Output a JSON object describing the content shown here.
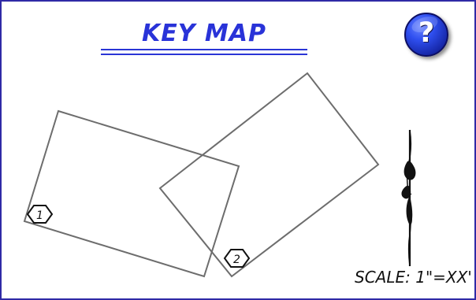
{
  "title": "KEY MAP",
  "help": {
    "glyph": "?",
    "icon": "question-mark-icon",
    "color": "#2846e8"
  },
  "regions": [
    {
      "label": "1"
    },
    {
      "label": "2"
    }
  ],
  "scale": {
    "text": "SCALE: 1\"=XX'"
  },
  "north_arrow": {
    "icon": "north-arrow-icon"
  },
  "colors": {
    "title": "#2933d8",
    "frame": "#2f2aa6",
    "outline": "#6d6d6d"
  }
}
